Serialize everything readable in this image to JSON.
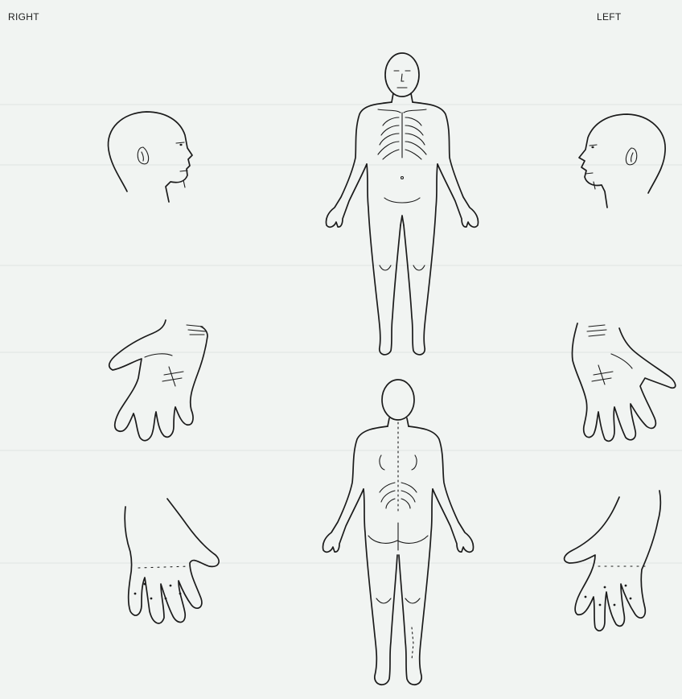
{
  "labels": {
    "right": "RIGHT",
    "left": "LEFT"
  },
  "colors": {
    "paper": "#f1f4f2",
    "ink": "#1b1b1b"
  },
  "figures": [
    "head-profile-right",
    "head-profile-left",
    "body-front",
    "body-back",
    "right-hand-palm",
    "left-hand-palm",
    "right-hand-back",
    "left-hand-back"
  ]
}
